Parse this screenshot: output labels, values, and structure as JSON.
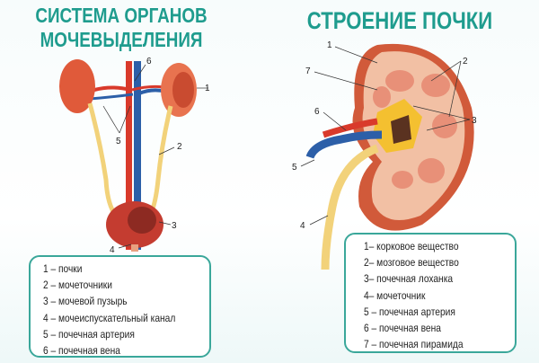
{
  "left": {
    "title_line1": "СИСТЕМА ОРГАНОВ",
    "title_line2": "МОЧЕВЫДЕЛЕНИЯ",
    "callouts": [
      "1",
      "2",
      "3",
      "4",
      "5",
      "6"
    ],
    "legend": [
      "1 – почки",
      "2 – мочеточники",
      "3 – мочевой пузырь",
      "4 – мочеиспускательный канал",
      "5 – почечная артерия",
      "6 – почечная вена"
    ]
  },
  "right": {
    "title": "СТРОЕНИЕ ПОЧКИ",
    "callouts": [
      "1",
      "2",
      "3",
      "4",
      "5",
      "6",
      "7"
    ],
    "legend": [
      "1– корковое вещество",
      "2– мозговое вещество",
      "3– почечная лоханка",
      "4– мочеточник",
      "5 – почечная артерия",
      "6 – почечная вена",
      "7 – почечная пирамида"
    ]
  },
  "colors": {
    "title": "#1f9c8e",
    "kidney": "#e8734f",
    "artery": "#d93a2b",
    "vein": "#2c5fa8",
    "ureter": "#f2d27a",
    "border": "#3aa79a"
  }
}
